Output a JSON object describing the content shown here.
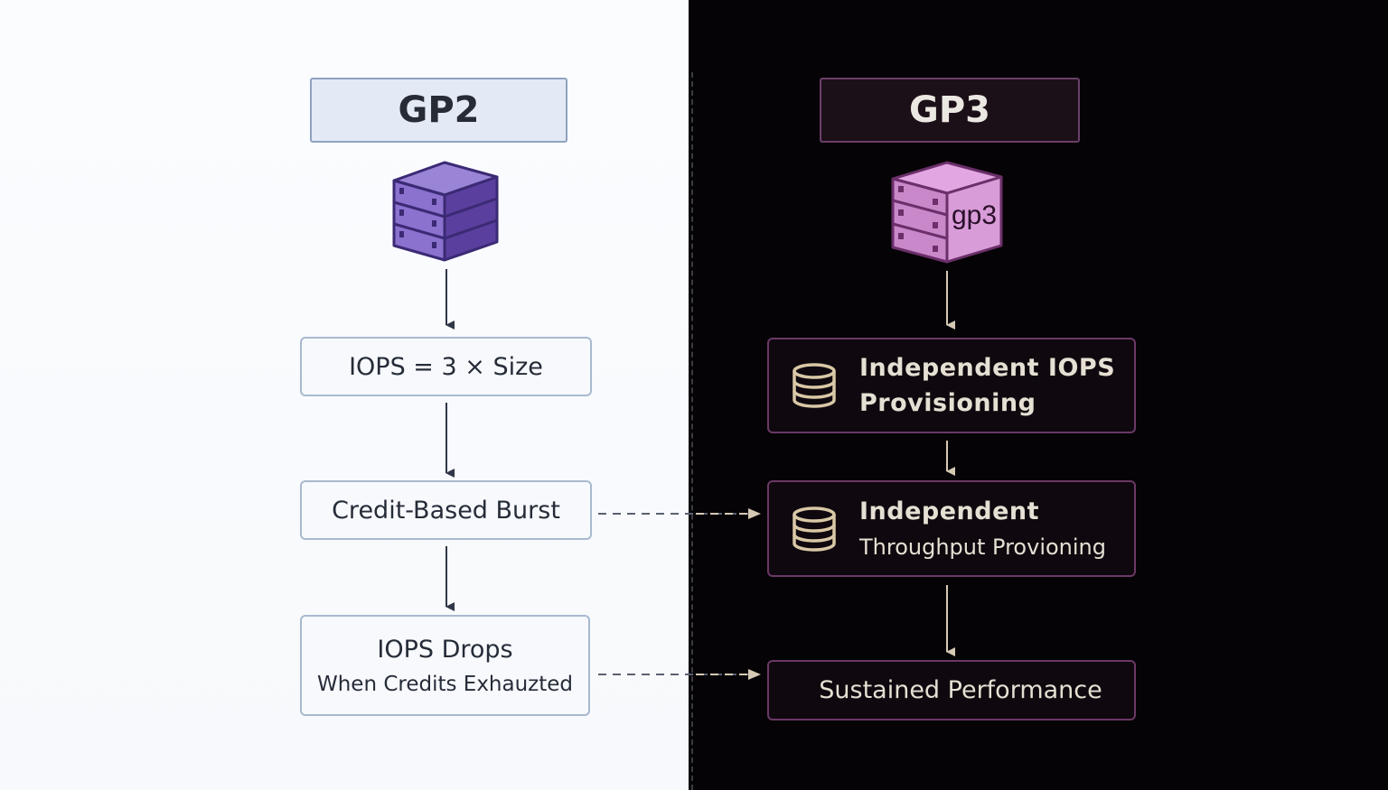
{
  "left": {
    "title": "GP2",
    "steps": {
      "iops": "IOPS = 3 × Size",
      "burst": "Credit-Based Burst",
      "drops_line1": "IOPS Drops",
      "drops_line2": "When Credits Exhauzted"
    },
    "icon": "server-cube-icon"
  },
  "right": {
    "title": "GP3",
    "cube_label": "gp3",
    "steps": {
      "indep_iops_line1": "Independent IOPS",
      "indep_iops_line2": "Provisioning",
      "indep_tp_line1": "Independent",
      "indep_tp_line2": "Throughput Provioning",
      "sustained": "Sustained Performance"
    },
    "icon": "database-icon"
  },
  "colors": {
    "left_accent": "#5b3f9e",
    "right_accent": "#cf86cf",
    "left_border": "#a8b9cf",
    "right_border": "#6b3866"
  }
}
